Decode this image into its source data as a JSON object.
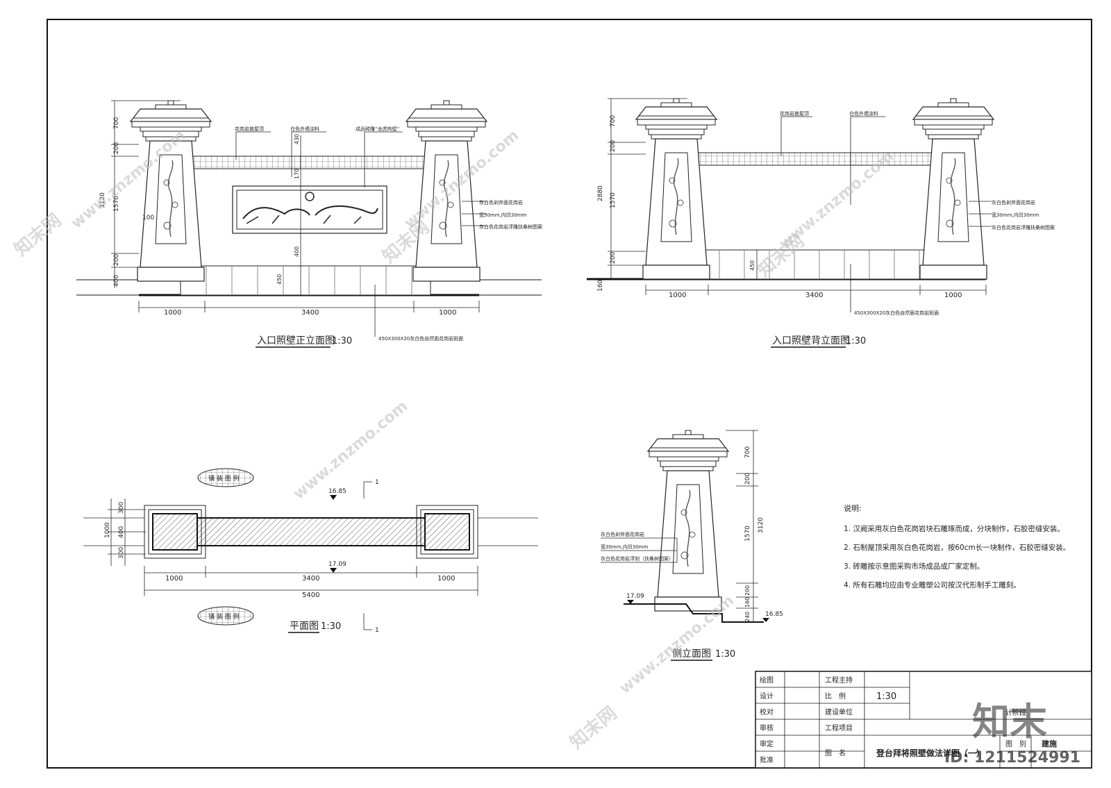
{
  "front": {
    "title": "入口照壁正立面图",
    "scale": "1:30",
    "dims_h": [
      "1000",
      "3400",
      "1000"
    ],
    "dims_v": [
      "700",
      "200",
      "1570",
      "200",
      "400",
      "3120"
    ],
    "inner_dims": [
      "430",
      "170",
      "400",
      "450"
    ],
    "post_gap": "100",
    "labels": [
      "花岗岩披屋顶",
      "白色外墙涂料",
      "成品砖雕“龙虎拘壁”"
    ],
    "side_labels": [
      "灰白色剁斧面花岗岩",
      "宽30mm,内凹30mm",
      "灰白色花岗岩浮雕扶桑树图案"
    ],
    "paving": "450X300X20灰白色自然面花岗岩贴面"
  },
  "back": {
    "title": "入口照壁背立面图",
    "scale": "1:30",
    "dims_h": [
      "1000",
      "3400",
      "1000"
    ],
    "dims_v": [
      "700",
      "200",
      "1570",
      "200",
      "2880",
      "160"
    ],
    "inner_dims": [
      "450"
    ],
    "labels": [
      "花岗岩披屋顶",
      "白色外墙涂料"
    ],
    "side_labels": [
      "灰白色剁斧面花岗岩",
      "宽30mm,内凹30mm",
      "灰白色花岗岩浮雕扶桑树图案"
    ],
    "paving": "450X300X20灰白色自然面花岗岩贴面"
  },
  "plan": {
    "title": "平面图",
    "scale": "1:30",
    "elevations": [
      "16.85",
      "17.09"
    ],
    "dims_h": [
      "1000",
      "3400",
      "1000",
      "5400"
    ],
    "dims_v": [
      "300",
      "400",
      "300",
      "1000"
    ],
    "paving_tag": "铺 装 图 例",
    "section_mark": "1"
  },
  "side": {
    "title": "侧立面图",
    "scale": "1:30",
    "dims_v": [
      "700",
      "200",
      "1570",
      "3120",
      "200",
      "160",
      "240"
    ],
    "elevations": [
      "17.09",
      "16.85"
    ],
    "labels": [
      "灰白色剁斧面花岗岩",
      "宽30mm,内凹30mm",
      "灰白色花岗岩浮刻（扶桑树图案）"
    ]
  },
  "notes": {
    "heading": "说明:",
    "items": [
      "1.  汉阙采用灰白色花岗岩块石雕琢而成，分块制作，石胶密缝安装。",
      "2.  石制屋顶采用灰白色花岗岩，按60cm长一块制作，石胶密缝安装。",
      "3.  砖雕按示意图采购市场成品或厂家定制。",
      "4.  所有石雕均应由专业雕塑公司按汉代形制手工雕刻。"
    ]
  },
  "title_block": {
    "col1": [
      "绘图",
      "设计",
      "校对",
      "审核",
      "审定",
      "批准"
    ],
    "col2": [
      "工程主持",
      "比　例",
      "建设单位",
      "工程项目",
      "图　名"
    ],
    "scale_value": "1:30",
    "drawing_name": "登台拜将照壁做法详图（一）",
    "design_label": "计阶段",
    "category_label": "图　别",
    "category_value": "建施"
  },
  "watermark": {
    "site": "www.znzmo.com",
    "brand": "知末网",
    "logo": "知末",
    "id": "ID: 1211524991"
  }
}
